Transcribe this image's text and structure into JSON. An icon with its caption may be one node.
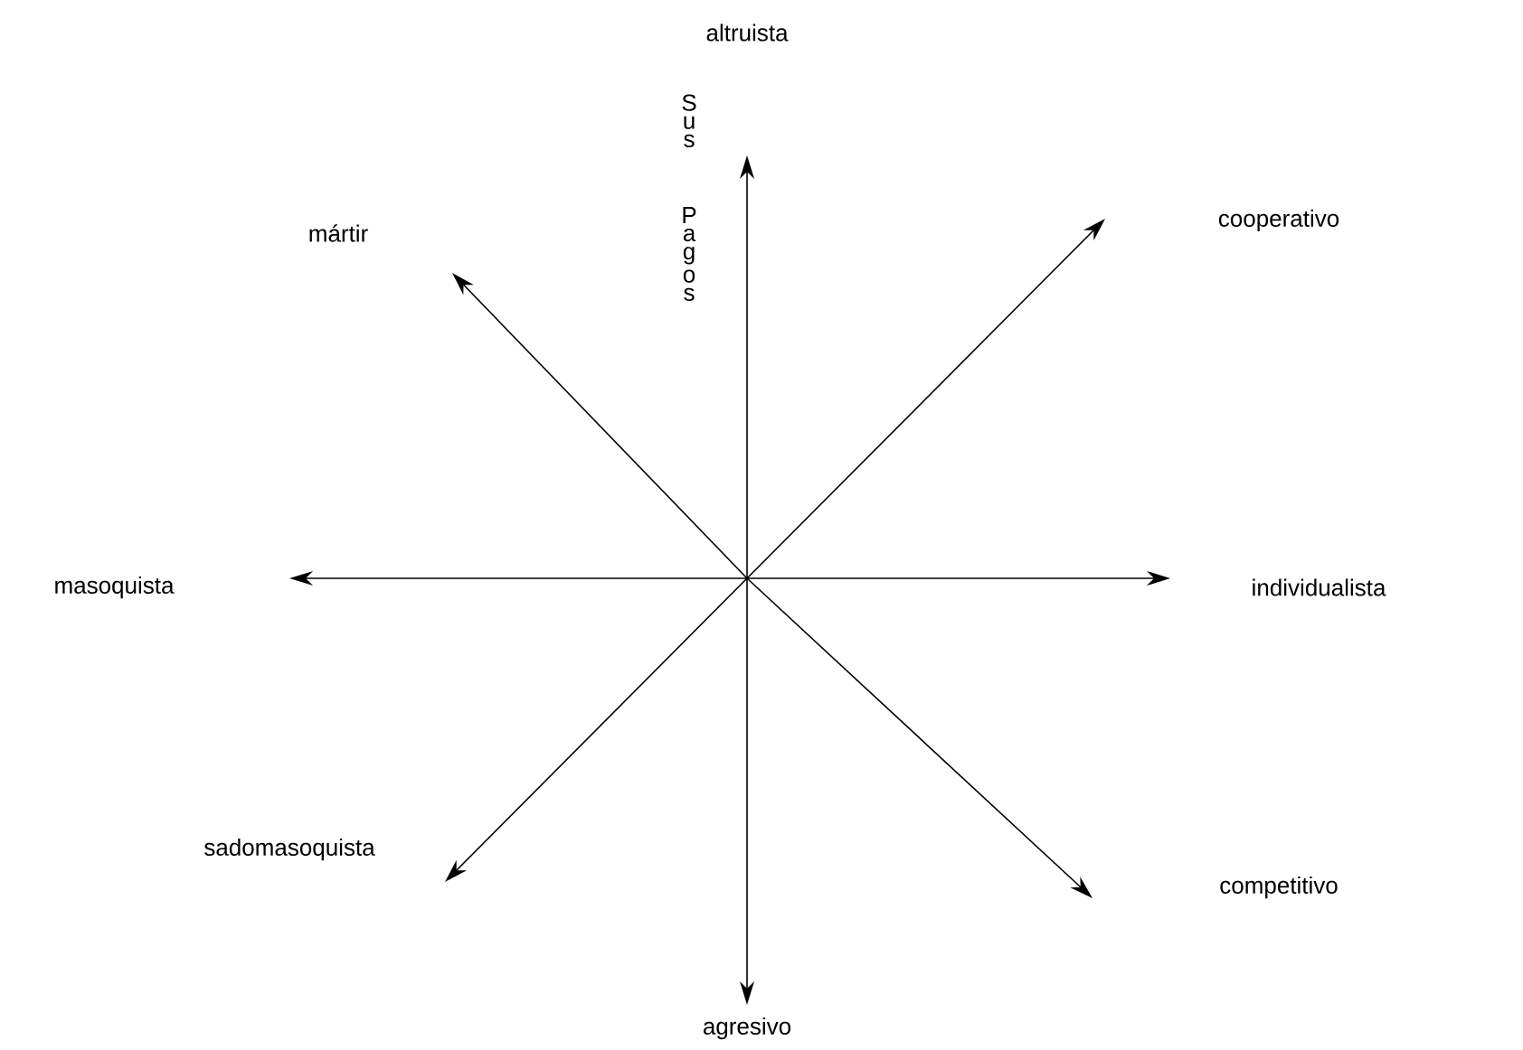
{
  "diagram": {
    "nodes": [
      {
        "text": [
          "altruista"
        ]
      },
      {
        "text": [
          "cooperativo"
        ]
      },
      {
        "text": [
          "individualista"
        ]
      },
      {
        "text": [
          "competitivo"
        ]
      },
      {
        "text": [
          "agresivo"
        ]
      },
      {
        "text": [
          "sadomasoquista"
        ]
      },
      {
        "text": [
          "masoquista"
        ]
      },
      {
        "text": [
          "mártir"
        ]
      }
    ],
    "edges": [
      {
        "from": null,
        "to": 0,
        "arrow": "to"
      },
      {
        "from": null,
        "to": 1,
        "arrow": "to"
      },
      {
        "from": null,
        "to": 2,
        "arrow": "to"
      },
      {
        "from": null,
        "to": 3,
        "arrow": "to"
      },
      {
        "from": null,
        "to": 4,
        "arrow": "to"
      },
      {
        "from": null,
        "to": 5,
        "arrow": "to"
      },
      {
        "from": null,
        "to": 6,
        "arrow": "to"
      },
      {
        "from": null,
        "to": 7,
        "arrow": "to"
      }
    ],
    "labels": [
      "Sus Pagos"
    ]
  }
}
